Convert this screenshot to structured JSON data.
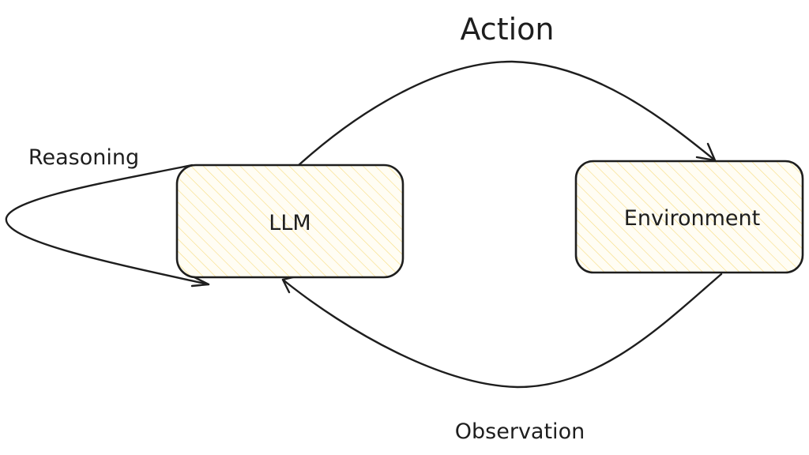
{
  "diagram": {
    "nodes": {
      "llm": {
        "label": "LLM"
      },
      "environment": {
        "label": "Environment"
      }
    },
    "edges": {
      "action": {
        "label": "Action",
        "from": "LLM",
        "to": "Environment"
      },
      "observation": {
        "label": "Observation",
        "from": "Environment",
        "to": "LLM"
      },
      "reasoning": {
        "label": "Reasoning",
        "from": "LLM",
        "to": "LLM"
      }
    },
    "colors": {
      "stroke": "#1e1e1e",
      "fill_hatch": "#f6d66a",
      "fill_base": "#fffdf4",
      "background": "#ffffff"
    }
  }
}
